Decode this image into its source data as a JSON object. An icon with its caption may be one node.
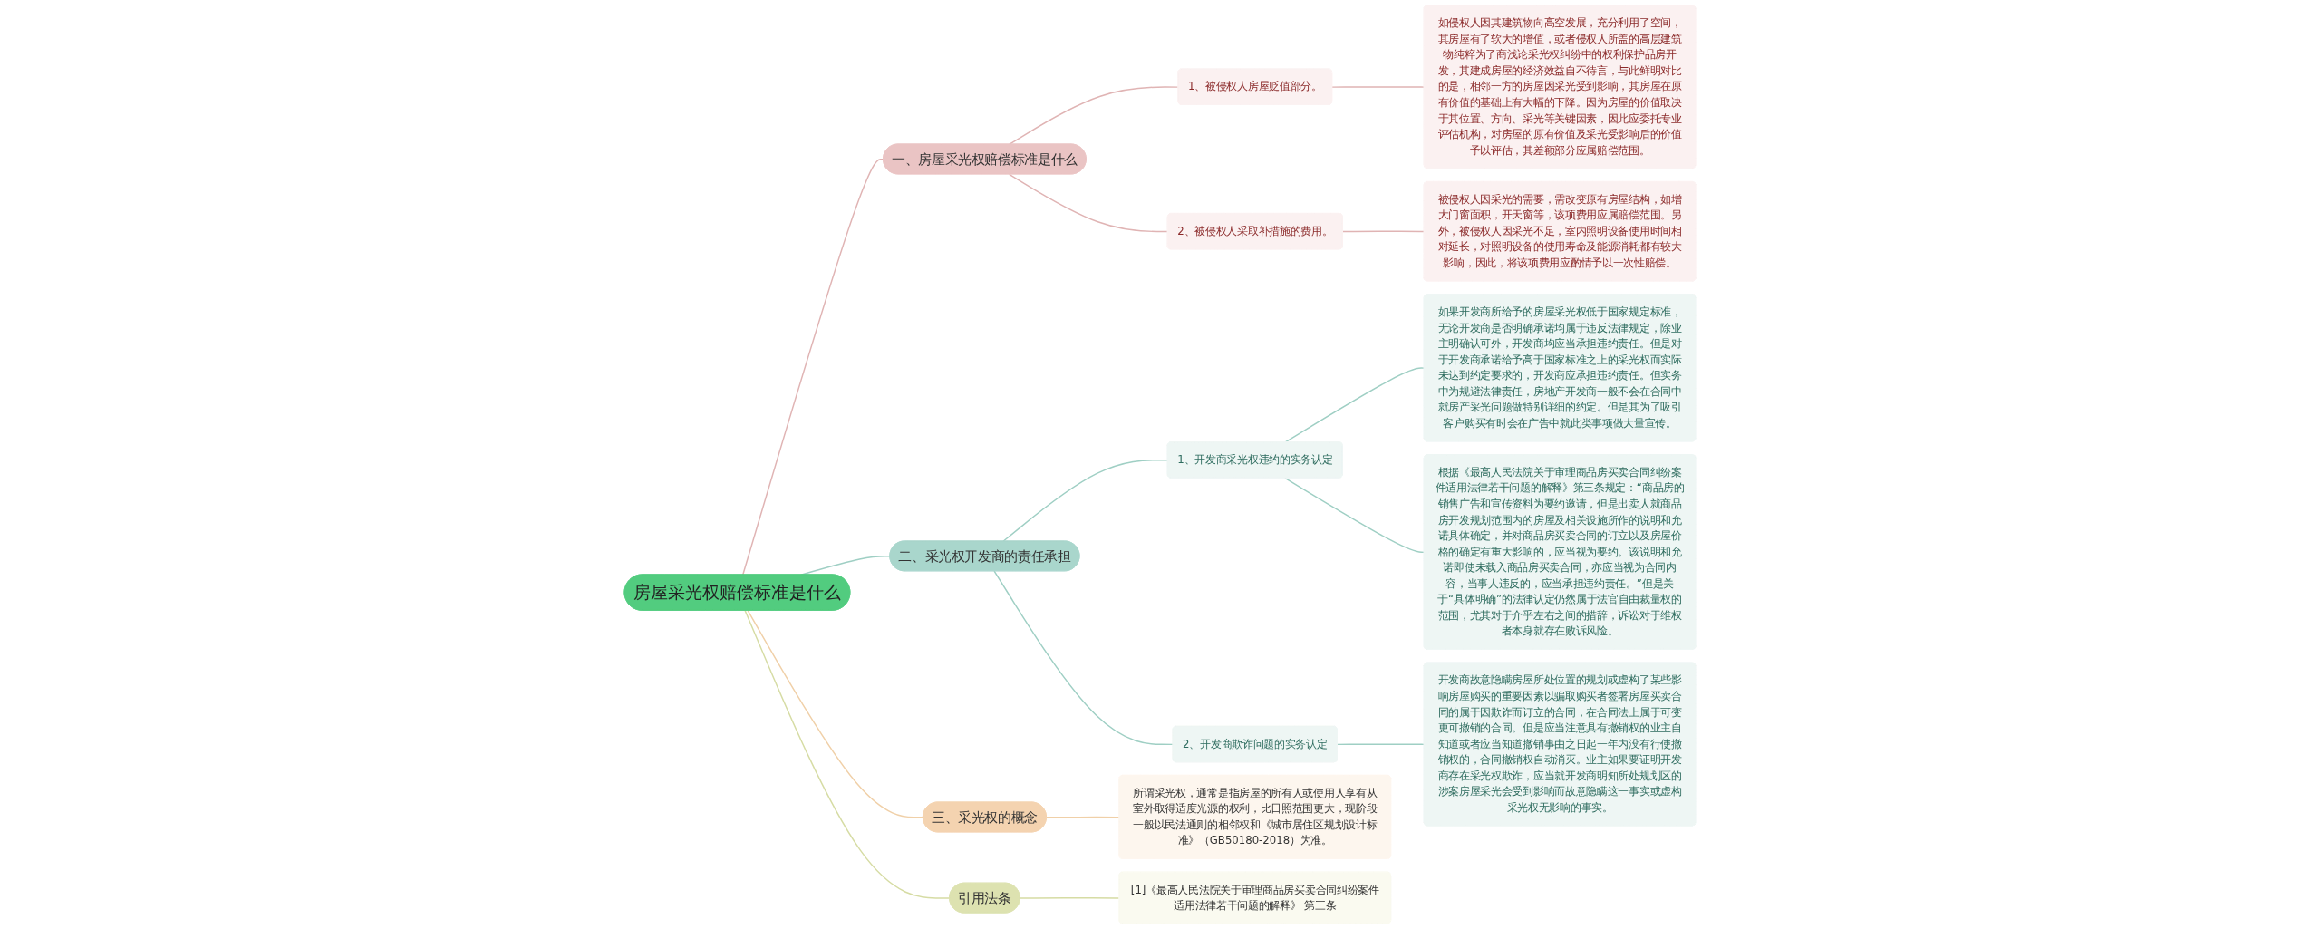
{
  "diagram": {
    "nodes": [
      {
        "text": [
          "房屋采光权赔偿标准是什么"
        ]
      },
      {
        "text": [
          "一、房屋采光权赔偿标准是什么"
        ]
      },
      {
        "text": [
          "1、被侵权人房屋贬值部分。"
        ]
      },
      {
        "text": [
          "如侵权人因其建筑物向高空发展，充分利用了空间，其房屋有了软大的增值，或者侵权人所盖的高层建筑物纯粹为了商浅论采光权纠纷中的权利保护品房开发，其建成房屋的经济效益自不待言，与此鲜明对比的是，相邻一方的房屋因采光受到影响，其房屋在原有价值的基础上有大幅的下降。因为房屋的价值取决于其位置、方向、采光等关键因素，因此应委托专业评估机构，对房屋的原有价值及采光受影响后的价值予以评估，其差额部分应属赔偿范围。"
        ]
      },
      {
        "text": [
          "2、被侵权人采取补措施的费用。"
        ]
      },
      {
        "text": [
          "被侵权人因采光的需要，需改变原有房屋结构，如增大门窗面积，开天窗等，该项费用应属赔偿范围。另外，被侵权人因采光不足，室内照明设备使用时间相对延长，对照明设备的使用寿命及能源消耗都有较大影响，因此，将该项费用应酌情予以一次性赔偿。"
        ]
      },
      {
        "text": [
          "二、采光权开发商的责任承担"
        ]
      },
      {
        "text": [
          "1、开发商采光权违约的实务认定"
        ]
      },
      {
        "text": [
          "如果开发商所给予的房屋采光权低于国家规定标准，无论开发商是否明确承诺均属于违反法律规定，除业主明确认可外，开发商均应当承担违约责任。但是对于开发商承诺给予高于国家标准之上的采光权而实际未达到约定要求的，开发商应承担违约责任。但实务中为规避法律责任，房地产开发商一般不会在合同中就房产采光问题做特别详细的约定。但是其为了吸引客户购买有时会在广告中就此类事项做大量宣传。"
        ]
      },
      {
        "text": [
          "根据《最高人民法院关于审理商品房买卖合同纠纷案件适用法律若干问题的解释》第三条规定：“商品房的销售广告和宣传资料为要约邀请，但是出卖人就商品房开发规划范围内的房屋及相关设施所作的说明和允诺具体确定，并对商品房买卖合同的订立以及房屋价格的确定有重大影响的，应当视为要约。该说明和允诺即使未载入商品房买卖合同，亦应当视为合同内容，当事人违反的，应当承担违约责任。”但是关于“具体明确”的法律认定仍然属于法官自由裁量权的范围，尤其对于介乎左右之间的措辞，诉讼对于维权者本身就存在败诉风险。"
        ]
      },
      {
        "text": [
          "2、开发商欺诈问题的实务认定"
        ]
      },
      {
        "text": [
          "开发商故意隐瞒房屋所处位置的规划或虚构了某些影响房屋购买的重要因素以骗取购买者签署房屋买卖合同的属于因欺诈而订立的合同，在合同法上属于可变更可撤销的合同。但是应当注意具有撤销权的业主自知道或者应当知道撤销事由之日起一年内没有行使撤销权的，合同撤销权自动消灭。业主如果要证明开发商存在采光权欺诈，应当就开发商明知所处规划区的涉案房屋采光会受到影响而故意隐瞒这一事实或虚构采光权无影响的事实。"
        ]
      },
      {
        "text": [
          "三、采光权的概念"
        ]
      },
      {
        "text": [
          "所谓采光权，通常是指房屋的所有人或使用人享有从室外取得适度光源的权利，比日照范围更大，现阶段一般以民法通则的相邻权和《城市居住区规划设计标准》（GB50180-2018）为准。"
        ]
      },
      {
        "text": [
          "引用法条"
        ]
      },
      {
        "text": [
          "[1]《最高人民法院关于审理商品房买卖合同纠纷案件适用法律若干问题的解释》 第三条"
        ]
      }
    ],
    "edges": [
      {
        "from": 0,
        "to": 1,
        "arrow": "none",
        "color": "#e0b4b4"
      },
      {
        "from": 1,
        "to": 2,
        "arrow": "none",
        "color": "#e0b4b4"
      },
      {
        "from": 2,
        "to": 3,
        "arrow": "none",
        "color": "#e0b4b4"
      },
      {
        "from": 1,
        "to": 4,
        "arrow": "none",
        "color": "#e0b4b4"
      },
      {
        "from": 4,
        "to": 5,
        "arrow": "none",
        "color": "#e0b4b4"
      },
      {
        "from": 0,
        "to": 6,
        "arrow": "none",
        "color": "#9fcfc4"
      },
      {
        "from": 6,
        "to": 7,
        "arrow": "none",
        "color": "#9fcfc4"
      },
      {
        "from": 7,
        "to": 8,
        "arrow": "none",
        "color": "#9fcfc4"
      },
      {
        "from": 7,
        "to": 9,
        "arrow": "none",
        "color": "#9fcfc4"
      },
      {
        "from": 6,
        "to": 10,
        "arrow": "none",
        "color": "#9fcfc4"
      },
      {
        "from": 10,
        "to": 11,
        "arrow": "none",
        "color": "#9fcfc4"
      },
      {
        "from": 0,
        "to": 12,
        "arrow": "none",
        "color": "#f0d0a8"
      },
      {
        "from": 12,
        "to": 13,
        "arrow": "none",
        "color": "#f0d0a8"
      },
      {
        "from": 0,
        "to": 14,
        "arrow": "none",
        "color": "#d6dca4"
      },
      {
        "from": 14,
        "to": 15,
        "arrow": "none",
        "color": "#d6dca4"
      }
    ]
  }
}
